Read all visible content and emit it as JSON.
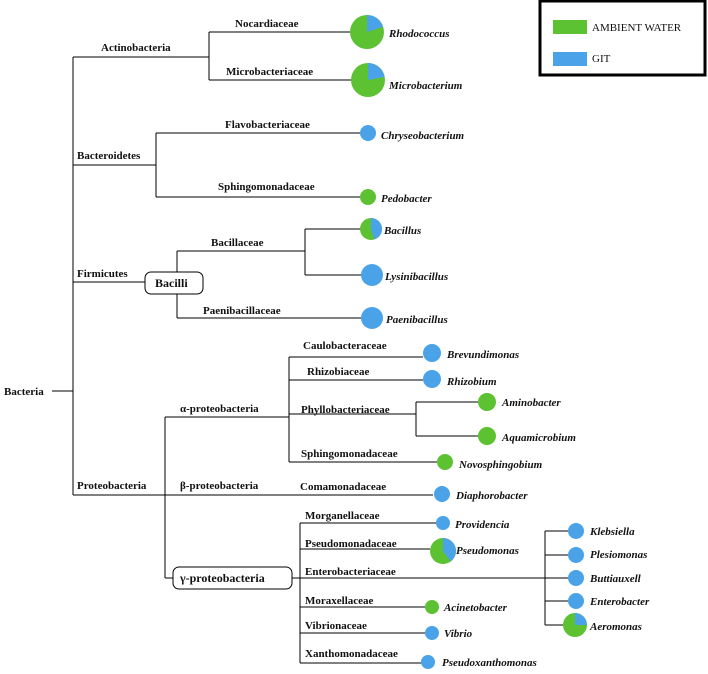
{
  "legend": {
    "items": [
      {
        "label": "AMBIENT WATER",
        "color": "#5cc232"
      },
      {
        "label": "GIT",
        "color": "#4aa3e8"
      }
    ]
  },
  "colors": {
    "ambient_water": "#5cc232",
    "git": "#4aa3e8"
  },
  "root": "Bacteria",
  "phyla": {
    "actinobacteria": "Actinobacteria",
    "bacteroidetes": "Bacteroidetes",
    "firmicutes": "Firmicutes",
    "proteobacteria": "Proteobacteria"
  },
  "classes": {
    "bacilli": "Bacilli",
    "alpha": "α-proteobacteria",
    "beta": "β-proteobacteria",
    "gamma": "γ-proteobacteria"
  },
  "families": {
    "nocardiaceae": "Nocardiaceae",
    "microbacteriaceae": "Microbacteriaceae",
    "flavobacteriaceae": "Flavobacteriaceae",
    "sphingomonadaceae_b": "Sphingomonadaceae",
    "bacillaceae": "Bacillaceae",
    "paenibacillaceae": "Paenibacillaceae",
    "caulobacteraceae": "Caulobacteraceae",
    "rhizobiaceae": "Rhizobiaceae",
    "phyllobacteriaceae": "Phyllobacteriaceae",
    "sphingomonadaceae_a": "Sphingomonadaceae",
    "comamonadaceae": "Comamonadaceae",
    "morganellaceae": "Morganellaceae",
    "pseudomonadaceae": "Pseudomonadaceae",
    "enterobacteriaceae": "Enterobacteriaceae",
    "moraxellaceae": "Moraxellaceae",
    "vibrionaceae": "Vibrionaceae",
    "xanthomonadaceae": "Xanthomonadaceae"
  },
  "genera": {
    "rhodococcus": {
      "label": "Rhodococcus",
      "git_fraction": 0.2
    },
    "microbacterium": {
      "label": "Microbacterium",
      "git_fraction": 0.22
    },
    "chryseobacterium": {
      "label": "Chryseobacterium",
      "git_fraction": 1.0
    },
    "pedobacter": {
      "label": "Pedobacter",
      "git_fraction": 0.0
    },
    "bacillus": {
      "label": "Bacillus",
      "git_fraction": 0.45
    },
    "lysinibacillus": {
      "label": "Lysinibacillus",
      "git_fraction": 1.0
    },
    "paenibacillus": {
      "label": "Paenibacillus",
      "git_fraction": 1.0
    },
    "brevundimonas": {
      "label": "Brevundimonas",
      "git_fraction": 1.0
    },
    "rhizobium": {
      "label": "Rhizobium",
      "git_fraction": 1.0
    },
    "aminobacter": {
      "label": "Aminobacter",
      "git_fraction": 0.0
    },
    "aquamicrobium": {
      "label": "Aquamicrobium",
      "git_fraction": 0.0
    },
    "novosphingobium": {
      "label": "Novosphingobium",
      "git_fraction": 0.0
    },
    "diaphorobacter": {
      "label": "Diaphorobacter",
      "git_fraction": 1.0
    },
    "providencia": {
      "label": "Providencia",
      "git_fraction": 1.0
    },
    "pseudomonas": {
      "label": "Pseudomonas",
      "git_fraction": 0.4
    },
    "klebsiella": {
      "label": "Klebsiella",
      "git_fraction": 1.0
    },
    "plesiomonas": {
      "label": "Plesiomonas",
      "git_fraction": 1.0
    },
    "buttiauxell": {
      "label": "Buttiauxell",
      "git_fraction": 1.0
    },
    "enterobacter": {
      "label": "Enterobacter",
      "git_fraction": 1.0
    },
    "aeromonas": {
      "label": "Aeromonas",
      "git_fraction": 0.25
    },
    "acinetobacter": {
      "label": "Acinetobacter",
      "git_fraction": 0.0
    },
    "vibrio": {
      "label": "Vibrio",
      "git_fraction": 1.0
    },
    "pseudoxanthomonas": {
      "label": "Pseudoxanthomonas",
      "git_fraction": 1.0
    }
  }
}
